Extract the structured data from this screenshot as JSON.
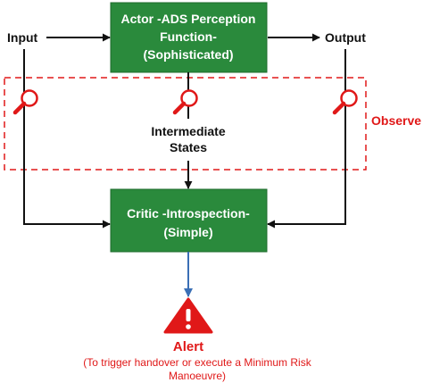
{
  "colors": {
    "box_fill": "#2a8a3c",
    "box_stroke": "#1e6b2c",
    "arrow": "#111111",
    "alert_arrow": "#3a6fb5",
    "observe": "#e01818",
    "alert_icon": "#e01818"
  },
  "actor_box": {
    "line1": "Actor -ADS Perception",
    "line2": "Function-",
    "line3": "(Sophisticated)"
  },
  "critic_box": {
    "line1": "Critic -Introspection-",
    "line2": "(Simple)"
  },
  "labels": {
    "input": "Input",
    "output": "Output",
    "intermediate_line1": "Intermediate",
    "intermediate_line2": "States",
    "observe": "Observe"
  },
  "alert": {
    "title": "Alert",
    "note_line1": "(To trigger handover or execute a Minimum Risk",
    "note_line2": "Manoeuvre)"
  },
  "icons": [
    "magnifier-icon",
    "magnifier-icon",
    "magnifier-icon",
    "warning-triangle-icon"
  ]
}
